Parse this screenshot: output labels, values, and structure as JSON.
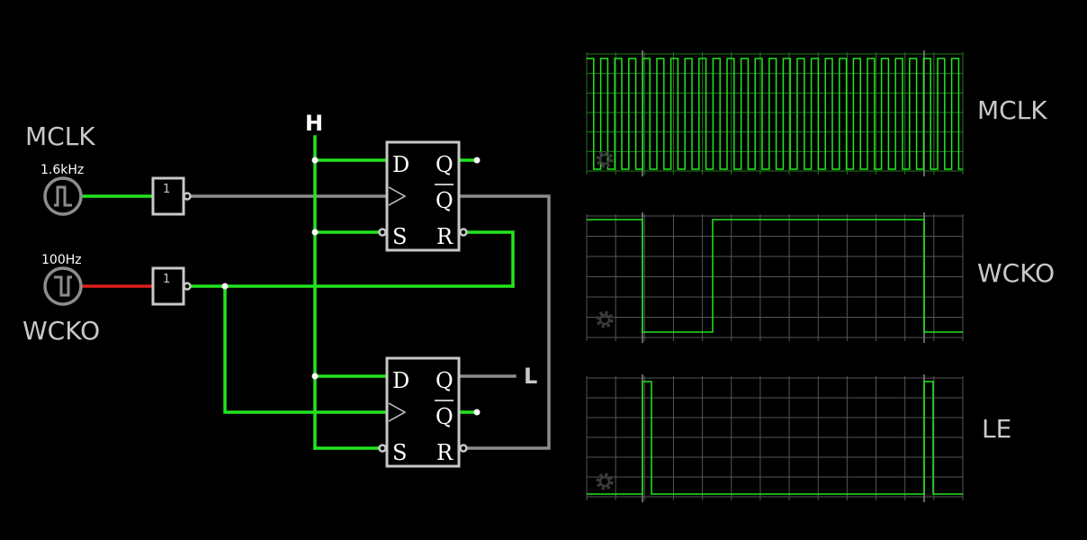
{
  "colors": {
    "background": "#000000",
    "active_wire": "#22e61e",
    "inactive_wire": "#8c8c8c",
    "low_wire": "#e01e1e",
    "component_border": "#c8c8c8",
    "trace": "#22e61e",
    "grid": "#555555"
  },
  "circuit": {
    "inputs": [
      {
        "label": "MCLK",
        "frequency": "1.6kHz",
        "state": "high"
      },
      {
        "label": "WCKO",
        "frequency": "100Hz",
        "state": "low"
      }
    ],
    "constants": {
      "high": "H",
      "low": "L"
    },
    "gates": [
      {
        "type": "NOT",
        "symbol": "1"
      },
      {
        "type": "NOT",
        "symbol": "1"
      }
    ],
    "flipflops": [
      {
        "pins": {
          "d": "D",
          "q": "Q",
          "qbar": "Q",
          "s": "S",
          "r": "R"
        }
      },
      {
        "pins": {
          "d": "D",
          "q": "Q",
          "qbar": "Q",
          "s": "S",
          "r": "R"
        }
      }
    ]
  },
  "oscilloscope": {
    "channels": [
      {
        "label": "MCLK",
        "icon": "gear-icon"
      },
      {
        "label": "WCKO",
        "icon": "gear-icon"
      },
      {
        "label": "LE",
        "icon": "gear-icon"
      }
    ]
  }
}
